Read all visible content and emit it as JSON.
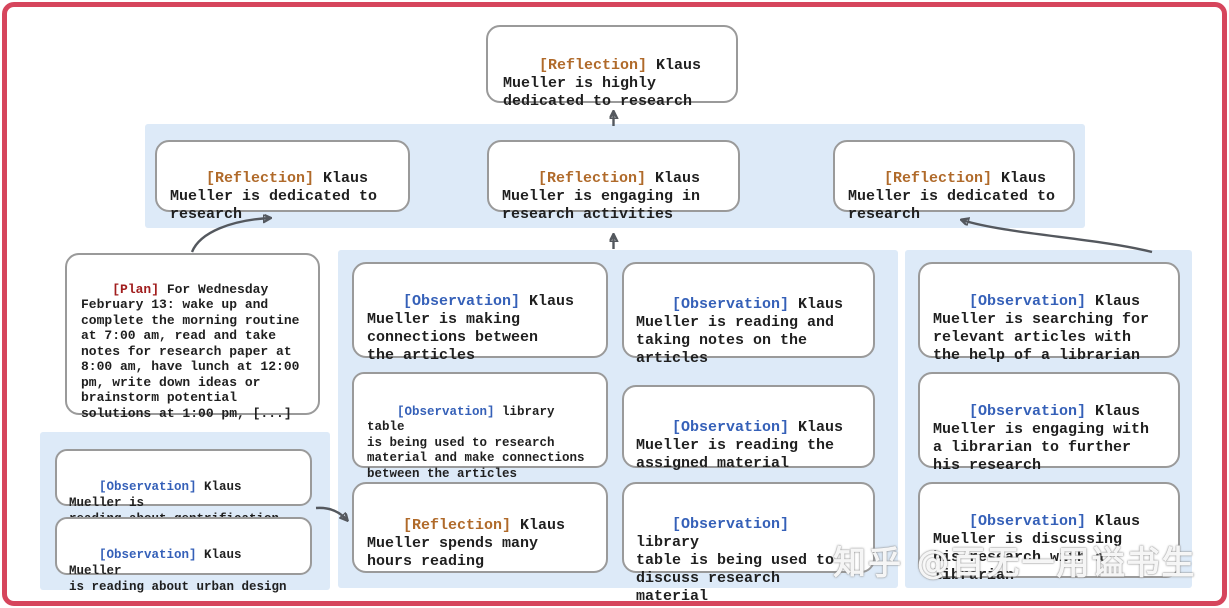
{
  "colors": {
    "frame": "#d6455c",
    "panel": "#ddeaf8",
    "box-border": "#9a9a9a",
    "text": "#1f1f1f",
    "tag-reflection": "#b06a2a",
    "tag-observation": "#3560b8",
    "tag-plan": "#a11d1d",
    "arrow": "#54585e"
  },
  "watermark": {
    "text": "知乎 @百无一用谥书生"
  },
  "nodes": {
    "top": {
      "tag": "[Reflection]",
      "text": " Klaus\nMueller is highly\ndedicated to research"
    },
    "r2_left": {
      "tag": "[Reflection]",
      "text": " Klaus\nMueller is dedicated to\nresearch"
    },
    "r2_mid": {
      "tag": "[Reflection]",
      "text": " Klaus\nMueller is engaging in\nresearch activities"
    },
    "r2_right": {
      "tag": "[Reflection]",
      "text": " Klaus\nMueller is dedicated to\nresearch"
    },
    "plan": {
      "tag": "[Plan]",
      "text": " For Wednesday\nFebruary 13: wake up and\ncomplete the morning routine\nat 7:00 am, read and take\nnotes for research paper at\n8:00 am, have lunch at 12:00\npm, write down ideas or\nbrainstorm potential\nsolutions at 1:00 pm, [...]"
    },
    "bl_obs1": {
      "tag": "[Observation]",
      "text": " Klaus Mueller is\nreading about gentrification"
    },
    "bl_obs2": {
      "tag": "[Observation]",
      "text": " Klaus Mueller\nis reading about urban design"
    },
    "mA_obs1": {
      "tag": "[Observation]",
      "text": " Klaus\nMueller is making\nconnections between\nthe articles"
    },
    "mA_obs2": {
      "tag": "[Observation]",
      "text": " library table\nis being used to research\nmaterial and make connections\nbetween the articles"
    },
    "mA_refl": {
      "tag": "[Reflection]",
      "text": " Klaus\nMueller spends many\nhours reading"
    },
    "mB_obs1": {
      "tag": "[Observation]",
      "text": " Klaus\nMueller is reading and\ntaking notes on the\narticles"
    },
    "mB_obs2": {
      "tag": "[Observation]",
      "text": " Klaus\nMueller is reading the\nassigned material"
    },
    "mB_obs3": {
      "tag": "[Observation]",
      "text": " library\ntable is being used to\ndiscuss research material"
    },
    "r_obs1": {
      "tag": "[Observation]",
      "text": " Klaus\nMueller is searching for\nrelevant articles with\nthe help of a librarian"
    },
    "r_obs2": {
      "tag": "[Observation]",
      "text": " Klaus\nMueller is engaging with\na librarian to further\nhis research"
    },
    "r_obs3": {
      "tag": "[Observation]",
      "text": " Klaus\nMueller is discussing\nhis research with a\nlibrarian"
    }
  }
}
